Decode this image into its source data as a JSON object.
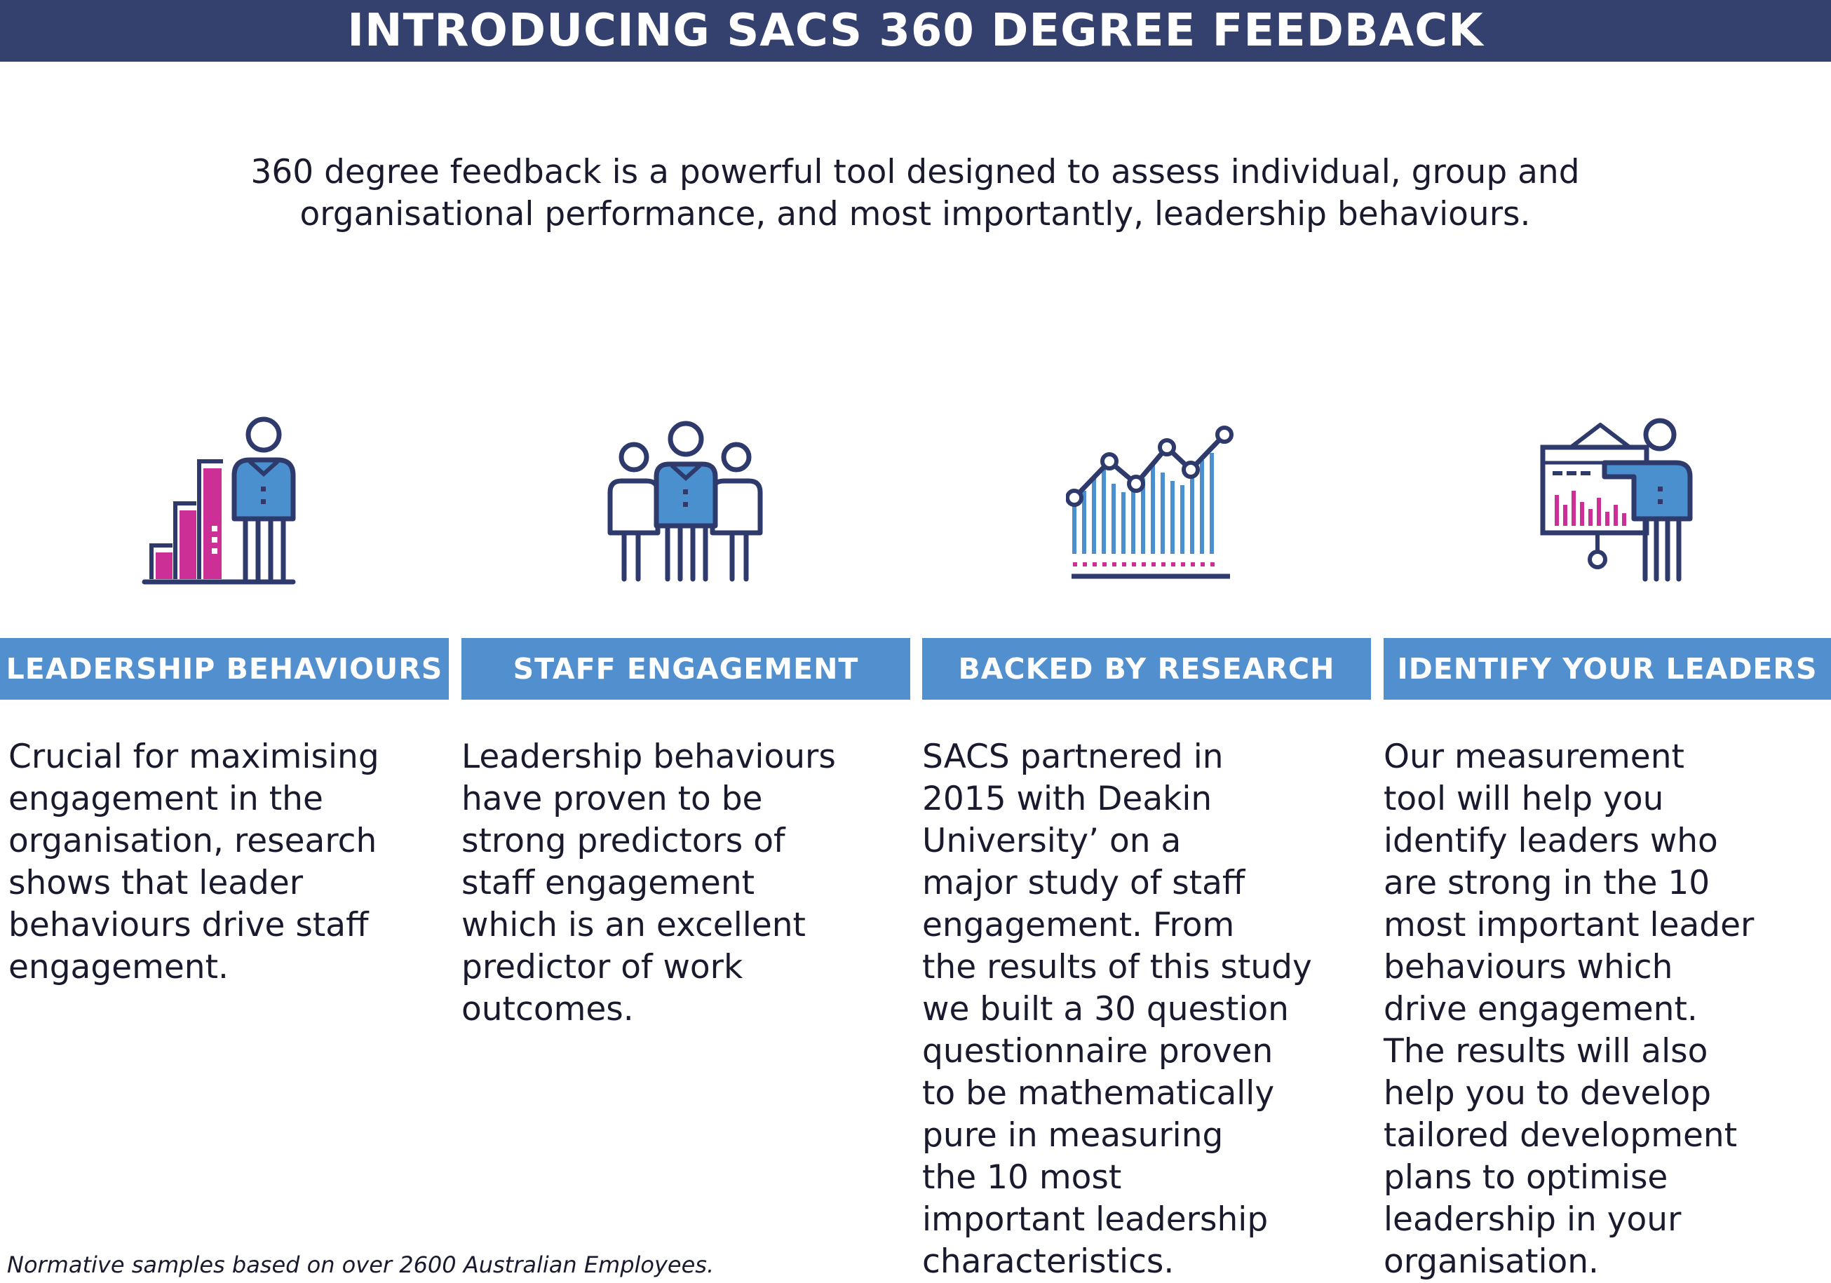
{
  "title": "INTRODUCING SACS 360 DEGREE FEEDBACK",
  "intro": "360 degree feedback is a powerful tool designed to assess individual, group and organisational performance, and most importantly, leadership behaviours.",
  "colors": {
    "title_bar": "#34406e",
    "header_blue": "#528fce",
    "icon_navy": "#2e3a6b",
    "icon_blue": "#4a90cf",
    "icon_magenta": "#cc2f96"
  },
  "columns": [
    {
      "icon": "leader-bar-chart-icon",
      "header": "LEADERSHIP BEHAVIOURS",
      "body": "Crucial for maximising\nengagement in the\norganisation, research\nshows that leader\nbehaviours drive staff\nengagement."
    },
    {
      "icon": "team-group-icon",
      "header": "STAFF ENGAGEMENT",
      "body": "Leadership behaviours\nhave proven to be\nstrong predictors of\nstaff engagement\nwhich is an excellent\npredictor of work\noutcomes."
    },
    {
      "icon": "line-bar-chart-icon",
      "header": "BACKED BY RESEARCH",
      "body": "SACS partnered in\n2015 with Deakin\nUniversity’ on a\nmajor study of staff\nengagement. From\nthe results of this study\nwe built a 30 question\nquestionnaire proven\nto be mathematically\npure in measuring\nthe 10 most\nimportant leadership\ncharacteristics."
    },
    {
      "icon": "presenter-board-icon",
      "header": "IDENTIFY YOUR LEADERS",
      "body": "Our measurement\ntool will help you\nidentify leaders who\nare strong in the 10\nmost important leader\nbehaviours which\ndrive engagement.\nThe results will also\nhelp you to develop\ntailored development\nplans to optimise\nleadership in your\norganisation."
    }
  ],
  "footnote": "Normative samples based on over 2600 Australian Employees."
}
